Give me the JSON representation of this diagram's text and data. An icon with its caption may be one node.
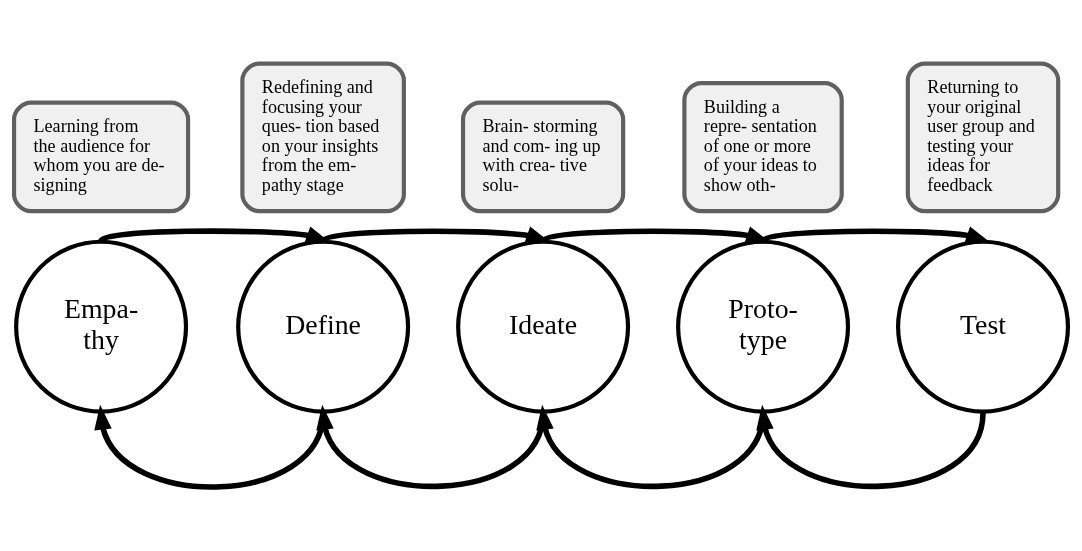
{
  "diagram": {
    "nodes": [
      {
        "text": [
          "Empa- thy"
        ]
      },
      {
        "text": [
          "Learning from the audience for whom you are de- signing"
        ]
      },
      {
        "text": [
          "Define"
        ]
      },
      {
        "text": [
          "Redefining and focusing your ques- tion based on your insights from the em- pathy stage"
        ]
      },
      {
        "text": [
          "Ideate"
        ]
      },
      {
        "text": [
          "Brain- storming and com- ing up with crea- tive solu-"
        ]
      },
      {
        "text": [
          "Proto- type"
        ]
      },
      {
        "text": [
          "Building a repre- sentation of one or more of your ideas to show oth-"
        ]
      },
      {
        "text": [
          "Test"
        ]
      },
      {
        "text": [
          "Returning to your original user group and testing your ideas for feedback"
        ]
      }
    ],
    "edges": [
      {
        "from": 0,
        "to": 2,
        "arrow": "to"
      },
      {
        "from": 2,
        "to": 0,
        "arrow": "to"
      },
      {
        "from": 2,
        "to": 4,
        "arrow": "to"
      },
      {
        "from": 4,
        "to": 2,
        "arrow": "to"
      },
      {
        "from": 4,
        "to": 6,
        "arrow": "to"
      },
      {
        "from": 6,
        "to": 4,
        "arrow": "to"
      },
      {
        "from": 6,
        "to": 8,
        "arrow": "to"
      },
      {
        "from": 8,
        "to": 6,
        "arrow": "to"
      }
    ]
  }
}
